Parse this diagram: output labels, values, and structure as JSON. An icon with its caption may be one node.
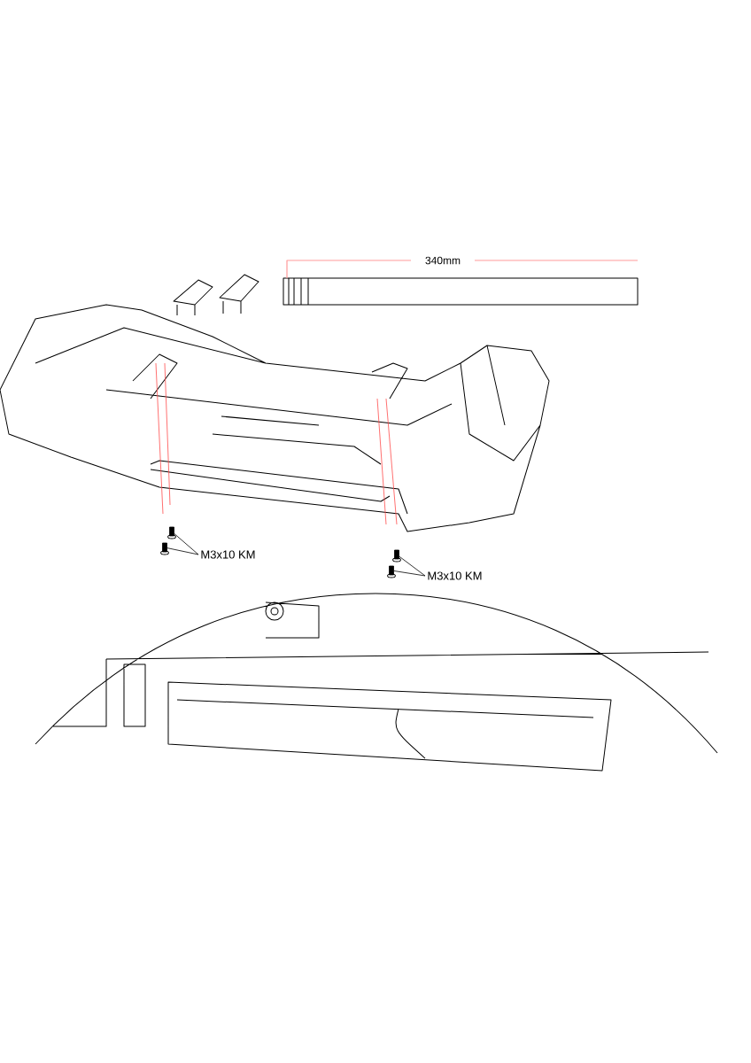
{
  "diagram": {
    "nodes": [
      {
        "text": [
          "M3x10 KM"
        ]
      },
      {
        "text": [
          "M3x10 KM"
        ]
      },
      {
        "text": [],
        "shape": "picture"
      },
      {
        "text": [],
        "shape": "picture"
      },
      {
        "text": [],
        "shape": "picture"
      },
      {
        "text": [],
        "shape": "picture"
      }
    ],
    "edges": [
      {
        "from": 0,
        "to": 2,
        "arrow": "none"
      },
      {
        "from": 0,
        "to": 3,
        "arrow": "none"
      },
      {
        "from": 1,
        "to": 4,
        "arrow": "none"
      },
      {
        "from": 1,
        "to": 5,
        "arrow": "none"
      }
    ],
    "labels": [
      "340mm"
    ]
  }
}
